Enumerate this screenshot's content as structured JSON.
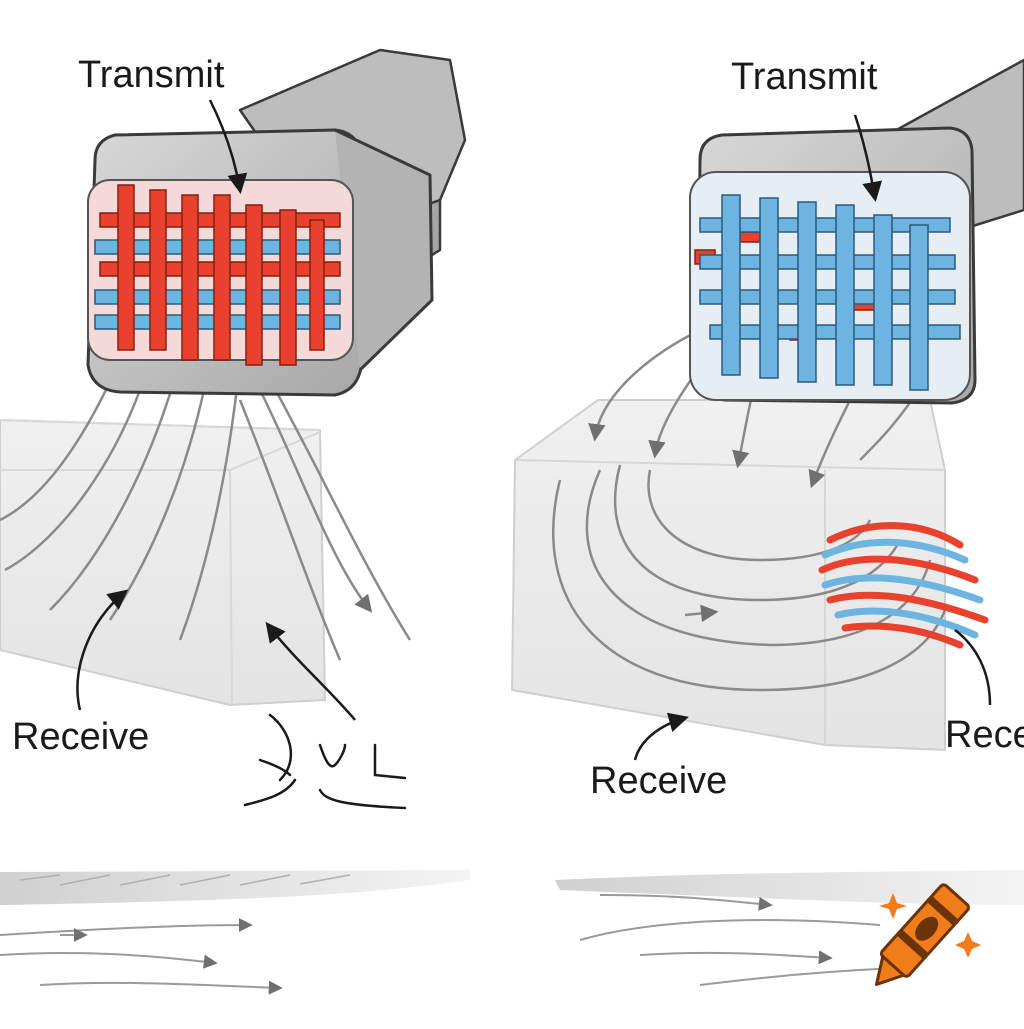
{
  "labels": {
    "transmit_left": "Transmit",
    "transmit_right": "Transmit",
    "receive_left": "Receive",
    "receive_center": "Receive",
    "receive_right": "Rece"
  },
  "colors": {
    "housing": "#c9c9c9",
    "housing_dark": "#a9a9a9",
    "red_element": "#e8412d",
    "blue_element": "#6db4e0",
    "crayon": "#f07c1a",
    "ink": "#1a1a1a"
  },
  "icons": {
    "watermark": "crayon-icon"
  }
}
